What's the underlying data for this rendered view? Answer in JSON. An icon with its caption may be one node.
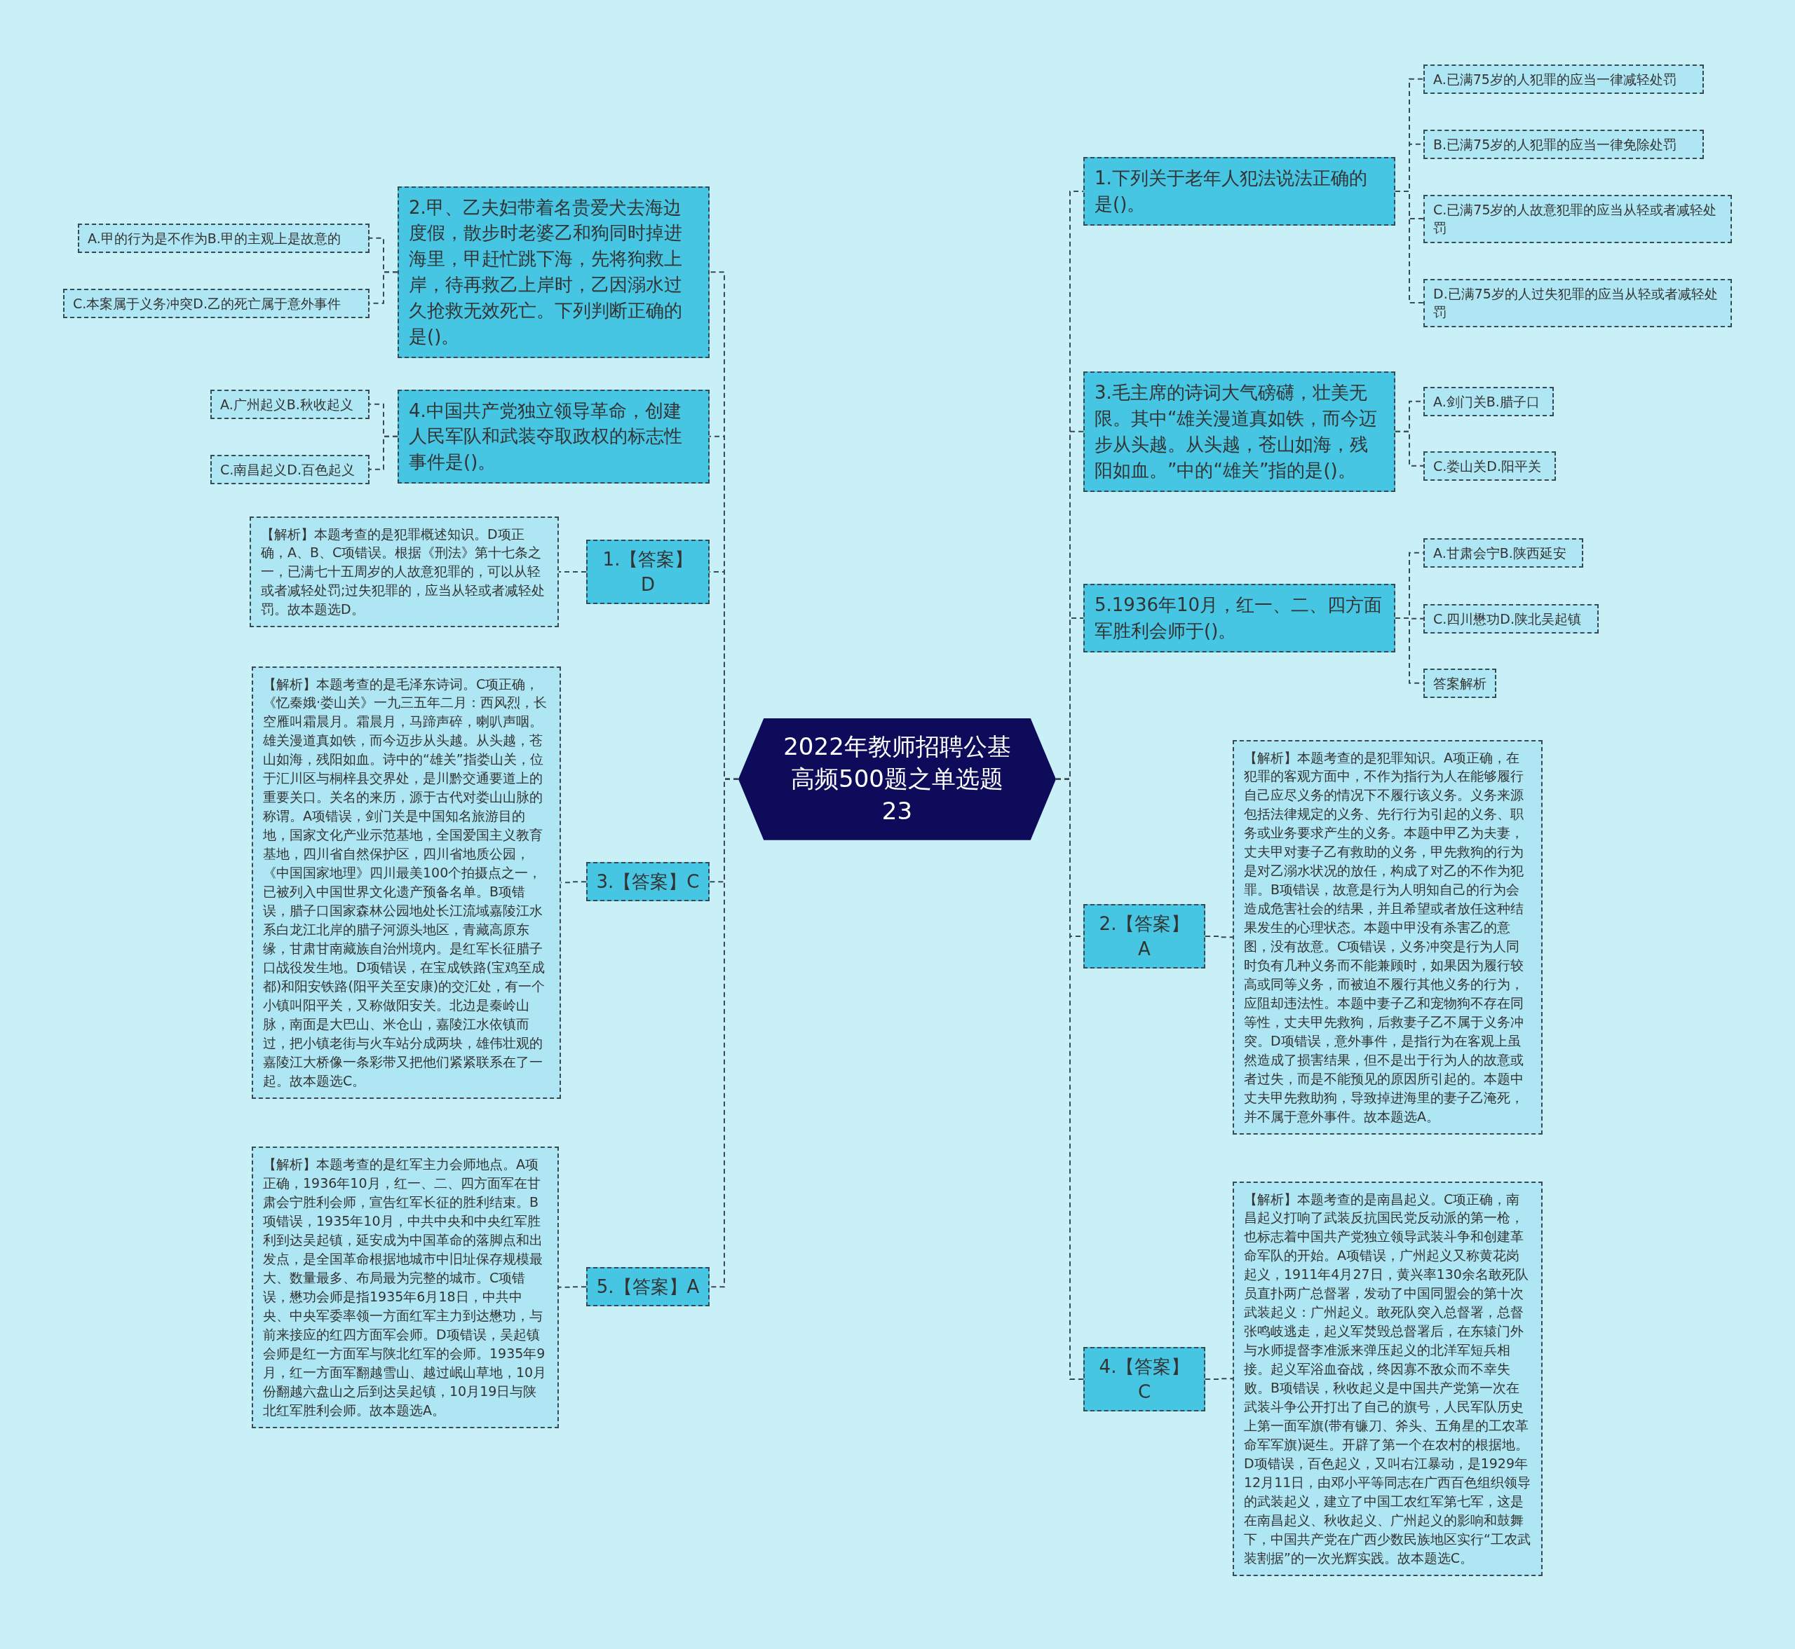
{
  "diagram": {
    "nodes": [
      {
        "text": [
          "2022年教师招聘公基高频500题之单选题23"
        ]
      },
      {
        "text": [
          "2.甲、乙夫妇带着名贵爱犬去海边度假，散步时老婆乙和狗同时掉进海里，甲赶忙跳下海，先将狗救上岸，待再救乙上岸时，乙因溺水过久抢救无效死亡。下列判断正确的是()。"
        ]
      },
      {
        "text": [
          "A.甲的行为是不作为B.甲的主观上是故意的"
        ]
      },
      {
        "text": [
          "C.本案属于义务冲突D.乙的死亡属于意外事件"
        ]
      },
      {
        "text": [
          "4.中国共产党独立领导革命，创建人民军队和武装夺取政权的标志性事件是()。"
        ]
      },
      {
        "text": [
          "A.广州起义B.秋收起义"
        ]
      },
      {
        "text": [
          "C.南昌起义D.百色起义"
        ]
      },
      {
        "text": [
          "1.【答案】D"
        ]
      },
      {
        "text": [
          "【解析】本题考查的是犯罪概述知识。D项正确，A、B、C项错误。根据《刑法》第十七条之一，已满七十五周岁的人故意犯罪的，可以从轻或者减轻处罚;过失犯罪的，应当从轻或者减轻处罚。故本题选D。"
        ]
      },
      {
        "text": [
          "3.【答案】C"
        ]
      },
      {
        "text": [
          "【解析】本题考查的是毛泽东诗词。C项正确，《忆秦娥·娄山关》一九三五年二月：西风烈，长空雁叫霜晨月。霜晨月，马蹄声碎，喇叭声咽。雄关漫道真如铁，而今迈步从头越。从头越，苍山如海，残阳如血。诗中的“雄关”指娄山关，位于汇川区与桐梓县交界处，是川黔交通要道上的重要关口。关名的来历，源于古代对娄山山脉的称谓。A项错误，剑门关是中国知名旅游目的地，国家文化产业示范基地，全国爱国主义教育基地，四川省自然保护区，四川省地质公园，《中国国家地理》四川最美100个拍摄点之一，已被列入中国世界文化遗产预备名单。B项错误，腊子口国家森林公园地处长江流域嘉陵江水系白龙江北岸的腊子河源头地区，青藏高原东缘，甘肃甘南藏族自治州境内。是红军长征腊子口战役发生地。D项错误，在宝成铁路(宝鸡至成都)和阳安铁路(阳平关至安康)的交汇处，有一个小镇叫阳平关，又称做阳安关。北边是秦岭山脉，南面是大巴山、米仓山，嘉陵江水依镇而过，把小镇老街与火车站分成两块，雄伟壮观的嘉陵江大桥像一条彩带又把他们紧紧联系在了一起。故本题选C。"
        ]
      },
      {
        "text": [
          "5.【答案】A"
        ]
      },
      {
        "text": [
          "【解析】本题考查的是红军主力会师地点。A项正确，1936年10月，红一、二、四方面军在甘肃会宁胜利会师，宣告红军长征的胜利结束。B项错误，1935年10月，中共中央和中央红军胜利到达吴起镇，延安成为中国革命的落脚点和出发点，是全国革命根据地城市中旧址保存规模最大、数量最多、布局最为完整的城市。C项错误，懋功会师是指1935年6月18日，中共中央、中央军委率领一方面红军主力到达懋功，与前来接应的红四方面军会师。D项错误，吴起镇会师是红一方面军与陕北红军的会师。1935年9月，红一方面军翻越雪山、越过岷山草地，10月份翻越六盘山之后到达吴起镇，10月19日与陕北红军胜利会师。故本题选A。"
        ]
      },
      {
        "text": [
          "1.下列关于老年人犯法说法正确的是()。"
        ]
      },
      {
        "text": [
          "A.已满75岁的人犯罪的应当一律减轻处罚"
        ]
      },
      {
        "text": [
          "B.已满75岁的人犯罪的应当一律免除处罚"
        ]
      },
      {
        "text": [
          "C.已满75岁的人故意犯罪的应当从轻或者减轻处罚"
        ]
      },
      {
        "text": [
          "D.已满75岁的人过失犯罪的应当从轻或者减轻处罚"
        ]
      },
      {
        "text": [
          "3.毛主席的诗词大气磅礴，壮美无限。其中“雄关漫道真如铁，而今迈步从头越。从头越，苍山如海，残阳如血。”中的“雄关”指的是()。"
        ]
      },
      {
        "text": [
          "A.剑门关B.腊子口"
        ]
      },
      {
        "text": [
          "C.娄山关D.阳平关"
        ]
      },
      {
        "text": [
          "5.1936年10月，红一、二、四方面军胜利会师于()。"
        ]
      },
      {
        "text": [
          "A.甘肃会宁B.陕西延安"
        ]
      },
      {
        "text": [
          "C.四川懋功D.陕北吴起镇"
        ]
      },
      {
        "text": [
          "答案解析"
        ]
      },
      {
        "text": [
          "2.【答案】A"
        ]
      },
      {
        "text": [
          "【解析】本题考查的是犯罪知识。A项正确，在犯罪的客观方面中，不作为指行为人在能够履行自己应尽义务的情况下不履行该义务。义务来源包括法律规定的义务、先行行为引起的义务、职务或业务要求产生的义务。本题中甲乙为夫妻，丈夫甲对妻子乙有救助的义务，甲先救狗的行为是对乙溺水状况的放任，构成了对乙的不作为犯罪。B项错误，故意是行为人明知自己的行为会造成危害社会的结果，并且希望或者放任这种结果发生的心理状态。本题中甲没有杀害乙的意图，没有故意。C项错误，义务冲突是行为人同时负有几种义务而不能兼顾时，如果因为履行较高或同等义务，而被迫不履行其他义务的行为，应阻却违法性。本题中妻子乙和宠物狗不存在同等性，丈夫甲先救狗，后救妻子乙不属于义务冲突。D项错误，意外事件，是指行为在客观上虽然造成了损害结果，但不是出于行为人的故意或者过失，而是不能预见的原因所引起的。本题中丈夫甲先救助狗，导致掉进海里的妻子乙淹死，并不属于意外事件。故本题选A。"
        ]
      },
      {
        "text": [
          "4.【答案】C"
        ]
      },
      {
        "text": [
          "【解析】本题考查的是南昌起义。C项正确，南昌起义打响了武装反抗国民党反动派的第一枪，也标志着中国共产党独立领导武装斗争和创建革命军队的开始。A项错误，广州起义又称黄花岗起义，1911年4月27日，黄兴率130余名敢死队员直扑两广总督署，发动了中国同盟会的第十次武装起义：广州起义。敢死队突入总督署，总督张鸣岐逃走，起义军焚毁总督署后，在东辕门外与水师提督李准派来弹压起义的北洋军短兵相接。起义军浴血奋战，终因寡不敌众而不幸失败。B项错误，秋收起义是中国共产党第一次在武装斗争公开打出了自己的旗号，人民军队历史上第一面军旗(带有镰刀、斧头、五角星的工农革命军军旗)诞生。开辟了第一个在农村的根据地。D项错误，百色起义，又叫右江暴动，是1929年12月11日，由邓小平等同志在广西百色组织领导的武装起义，建立了中国工农红军第七军，这是在南昌起义、秋收起义、广州起义的影响和鼓舞下，中国共产党在广西少数民族地区实行“工农武装割据”的一次光辉实践。故本题选C。"
        ]
      }
    ],
    "edges": [
      {
        "from": 0,
        "to": 1,
        "arrow": "none"
      },
      {
        "from": 0,
        "to": 4,
        "arrow": "none"
      },
      {
        "from": 0,
        "to": 7,
        "arrow": "none"
      },
      {
        "from": 0,
        "to": 9,
        "arrow": "none"
      },
      {
        "from": 0,
        "to": 11,
        "arrow": "none"
      },
      {
        "from": 0,
        "to": 13,
        "arrow": "none"
      },
      {
        "from": 0,
        "to": 18,
        "arrow": "none"
      },
      {
        "from": 0,
        "to": 21,
        "arrow": "none"
      },
      {
        "from": 0,
        "to": 25,
        "arrow": "none"
      },
      {
        "from": 0,
        "to": 27,
        "arrow": "none"
      },
      {
        "from": 1,
        "to": 2,
        "arrow": "none"
      },
      {
        "from": 1,
        "to": 3,
        "arrow": "none"
      },
      {
        "from": 4,
        "to": 5,
        "arrow": "none"
      },
      {
        "from": 4,
        "to": 6,
        "arrow": "none"
      },
      {
        "from": 7,
        "to": 8,
        "arrow": "none"
      },
      {
        "from": 9,
        "to": 10,
        "arrow": "none"
      },
      {
        "from": 11,
        "to": 12,
        "arrow": "none"
      },
      {
        "from": 13,
        "to": 14,
        "arrow": "none"
      },
      {
        "from": 13,
        "to": 15,
        "arrow": "none"
      },
      {
        "from": 13,
        "to": 16,
        "arrow": "none"
      },
      {
        "from": 13,
        "to": 17,
        "arrow": "none"
      },
      {
        "from": 18,
        "to": 19,
        "arrow": "none"
      },
      {
        "from": 18,
        "to": 20,
        "arrow": "none"
      },
      {
        "from": 21,
        "to": 22,
        "arrow": "none"
      },
      {
        "from": 21,
        "to": 23,
        "arrow": "none"
      },
      {
        "from": 21,
        "to": 24,
        "arrow": "none"
      },
      {
        "from": 25,
        "to": 26,
        "arrow": "none"
      },
      {
        "from": 27,
        "to": 28,
        "arrow": "none"
      }
    ]
  }
}
